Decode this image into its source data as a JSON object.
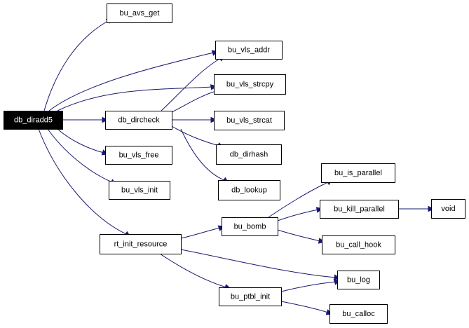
{
  "graph": {
    "root": "db_diradd5",
    "nodes": [
      {
        "id": "db_diradd5",
        "label": "db_diradd5"
      },
      {
        "id": "bu_avs_get",
        "label": "bu_avs_get"
      },
      {
        "id": "bu_vls_addr",
        "label": "bu_vls_addr"
      },
      {
        "id": "bu_vls_strcpy",
        "label": "bu_vls_strcpy"
      },
      {
        "id": "db_dircheck",
        "label": "db_dircheck"
      },
      {
        "id": "bu_vls_strcat",
        "label": "bu_vls_strcat"
      },
      {
        "id": "bu_vls_free",
        "label": "bu_vls_free"
      },
      {
        "id": "db_dirhash",
        "label": "db_dirhash"
      },
      {
        "id": "bu_is_parallel",
        "label": "bu_is_parallel"
      },
      {
        "id": "bu_vls_init",
        "label": "bu_vls_init"
      },
      {
        "id": "db_lookup",
        "label": "db_lookup"
      },
      {
        "id": "bu_kill_parallel",
        "label": "bu_kill_parallel"
      },
      {
        "id": "void",
        "label": "void"
      },
      {
        "id": "bu_bomb",
        "label": "bu_bomb"
      },
      {
        "id": "rt_init_resource",
        "label": "rt_init_resource"
      },
      {
        "id": "bu_call_hook",
        "label": "bu_call_hook"
      },
      {
        "id": "bu_log",
        "label": "bu_log"
      },
      {
        "id": "bu_ptbl_init",
        "label": "bu_ptbl_init"
      },
      {
        "id": "bu_calloc",
        "label": "bu_calloc"
      }
    ],
    "edges": [
      {
        "from": "db_diradd5",
        "to": "bu_avs_get"
      },
      {
        "from": "db_diradd5",
        "to": "bu_vls_addr"
      },
      {
        "from": "db_diradd5",
        "to": "bu_vls_strcpy"
      },
      {
        "from": "db_diradd5",
        "to": "db_dircheck"
      },
      {
        "from": "db_diradd5",
        "to": "bu_vls_free"
      },
      {
        "from": "db_diradd5",
        "to": "bu_vls_init"
      },
      {
        "from": "db_diradd5",
        "to": "rt_init_resource"
      },
      {
        "from": "db_dircheck",
        "to": "bu_vls_addr"
      },
      {
        "from": "db_dircheck",
        "to": "bu_vls_strcpy"
      },
      {
        "from": "db_dircheck",
        "to": "bu_vls_strcat"
      },
      {
        "from": "db_dircheck",
        "to": "db_dirhash"
      },
      {
        "from": "db_dircheck",
        "to": "db_lookup"
      },
      {
        "from": "rt_init_resource",
        "to": "bu_bomb"
      },
      {
        "from": "rt_init_resource",
        "to": "bu_log"
      },
      {
        "from": "rt_init_resource",
        "to": "bu_ptbl_init"
      },
      {
        "from": "bu_bomb",
        "to": "bu_is_parallel"
      },
      {
        "from": "bu_bomb",
        "to": "bu_kill_parallel"
      },
      {
        "from": "bu_bomb",
        "to": "bu_call_hook"
      },
      {
        "from": "bu_kill_parallel",
        "to": "void"
      },
      {
        "from": "bu_ptbl_init",
        "to": "bu_log"
      },
      {
        "from": "bu_ptbl_init",
        "to": "bu_calloc"
      }
    ]
  }
}
